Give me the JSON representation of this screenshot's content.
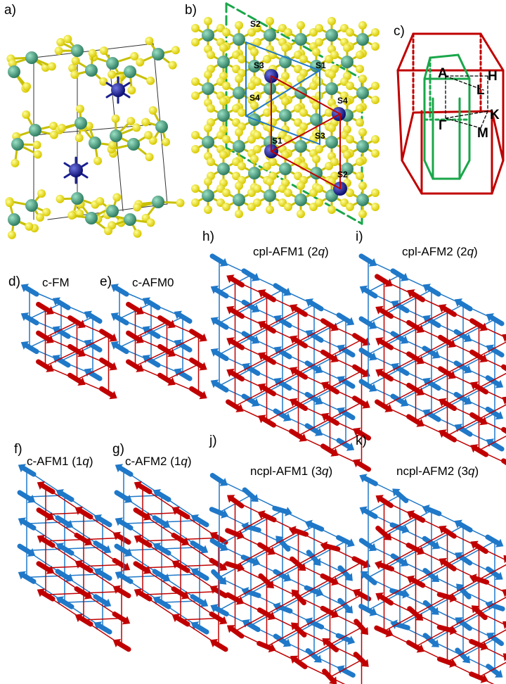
{
  "panel_labels": {
    "a": "a)",
    "b": "b)",
    "c": "c)",
    "d": "d)",
    "e": "e)",
    "f": "f)",
    "g": "g)",
    "h": "h)",
    "i": "i)",
    "j": "j)",
    "k": "k)"
  },
  "configs": {
    "d": {
      "name": "c-FM",
      "suffix": ""
    },
    "e": {
      "name": "c-AFM0",
      "suffix": ""
    },
    "f": {
      "name": "c-AFM1 (1",
      "q": "q",
      "suffix": ")"
    },
    "g": {
      "name": "c-AFM2 (1",
      "q": "q",
      "suffix": ")"
    },
    "h": {
      "name": "cpl-AFM1 (2",
      "q": "q",
      "suffix": ")"
    },
    "i": {
      "name": "cpl-AFM2 (2",
      "q": "q",
      "suffix": ")"
    },
    "j": {
      "name": "ncpl-AFM1 (3",
      "q": "q",
      "suffix": ")"
    },
    "k": {
      "name": "ncpl-AFM2 (3",
      "q": "q",
      "suffix": ")"
    }
  },
  "sites": {
    "s1_top": "S1",
    "s2_top": "S2",
    "s3_top": "S3",
    "s4_mid": "S4",
    "s1_low": "S1",
    "s3_low": "S3",
    "s4_right": "S4",
    "s2_low": "S2"
  },
  "kpoints": {
    "A": "A",
    "H": "H",
    "L": "L",
    "K": "K",
    "Gamma": "Γ",
    "M": "M"
  },
  "colors": {
    "blue_sublattice": "#1f78c8",
    "red_sublattice": "#c00000",
    "bz_outer": "#c00000",
    "bz_inner": "#1aa64a",
    "s_atom": "#f0e000",
    "metal_atom": "#3c9a78",
    "center_atom": "#151a9a"
  }
}
